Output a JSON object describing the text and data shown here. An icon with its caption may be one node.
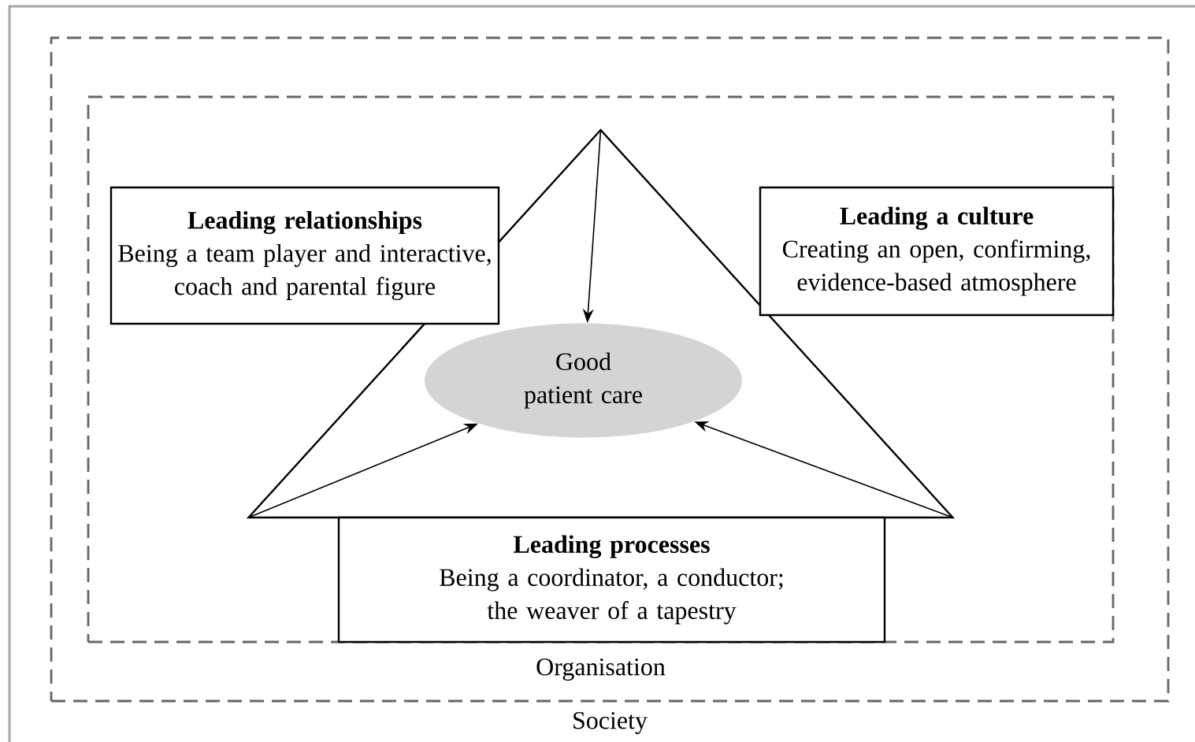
{
  "diagram": {
    "nodes": [
      {
        "text": [
          "Society"
        ]
      },
      {
        "text": [
          "Organisation"
        ],
        "in": 0
      },
      {
        "text": [],
        "shape": "triangle",
        "in": 1
      },
      {
        "text": [
          "Leading relationships",
          "Being a team player and interactive, coach and parental figure"
        ],
        "in": 1
      },
      {
        "text": [
          "Leading a culture",
          "Creating an open, confirming, evidence-based atmosphere"
        ],
        "in": 1
      },
      {
        "text": [
          "Good patient care"
        ],
        "in": 2
      },
      {
        "text": [
          "Leading processes",
          "Being a coordinator, a conductor; the weaver of a tapestry"
        ],
        "in": 1
      }
    ],
    "edges": [
      {
        "from": 2,
        "to": 5,
        "arrow": "to"
      },
      {
        "from": 2,
        "to": 5,
        "arrow": "to"
      },
      {
        "from": 2,
        "to": 5,
        "arrow": "to"
      }
    ]
  }
}
